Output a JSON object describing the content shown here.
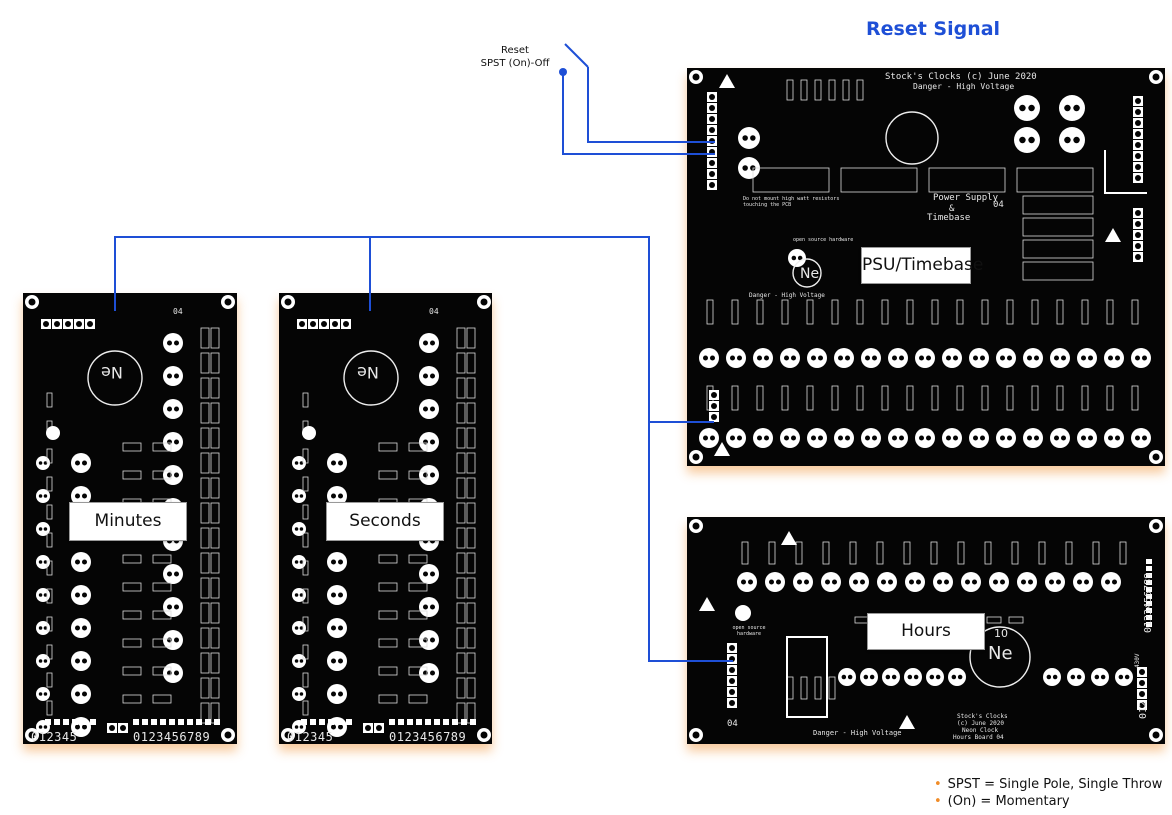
{
  "title": "Reset Signal",
  "switch": {
    "line1": "Reset",
    "line2": "SPST (On)-Off"
  },
  "boards": {
    "psu": {
      "label": "PSU/Timebase",
      "header": "Stock's Clocks (c) June 2020",
      "warning": "Danger - High Voltage",
      "name_line1": "Power Supply",
      "name_line2": "&",
      "name_line3": "Timebase",
      "rev": "04",
      "note": "Do not mount high watt resistors touching the PCB",
      "ne_text": "Ne",
      "osh": "open source hardware"
    },
    "minutes": {
      "label": "Minutes",
      "rev": "04",
      "ne_text": "Ne",
      "digits_left": "012345",
      "digits_right": "0123456789"
    },
    "seconds": {
      "label": "Seconds",
      "rev": "04",
      "ne_text": "Ne",
      "digits_left": "012345",
      "digits_right": "0123456789"
    },
    "hours": {
      "label": "Hours",
      "rev": "04",
      "ne_text": "Ne",
      "ne_num": "10",
      "warning": "Danger - High Voltage",
      "footer1": "Stock's Clocks",
      "footer2": "(c) June 2020",
      "footer3": "Neon Clock",
      "footer4": "Hours Board 04",
      "digits": "0123456789",
      "digits2": "012",
      "side": "430V",
      "osh": "open source hardware"
    }
  },
  "legend": [
    "SPST = Single Pole, Single Throw",
    "(On) = Momentary"
  ],
  "colors": {
    "wire": "#1e4fd6",
    "board": "#050505",
    "glow": "#f08c28",
    "title": "#1e4fd6"
  }
}
